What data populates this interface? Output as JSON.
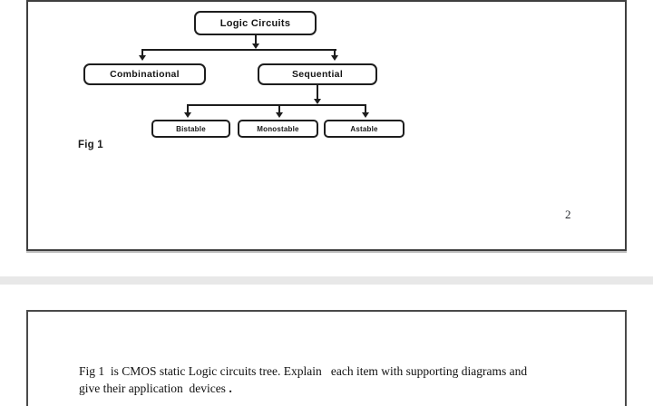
{
  "colors": {
    "diagram_line": "#1d1d1d",
    "page_border": "#3f3f3f",
    "page_gap_band": "#e8e8e8",
    "paper": "#ffffff"
  },
  "page1": {
    "diagram": {
      "root_label": "Logic Circuits",
      "children": [
        "Combinational",
        "Sequential"
      ],
      "sequential_children": [
        "Bistable",
        "Monostable",
        "Astable"
      ],
      "caption": "Fig 1"
    },
    "page_number": "2"
  },
  "page2": {
    "line1": "Fig 1  is CMOS static Logic circuits tree. Explain   each item with supporting diagrams and",
    "line2": "give their application  devices ",
    "line2_end": "."
  }
}
